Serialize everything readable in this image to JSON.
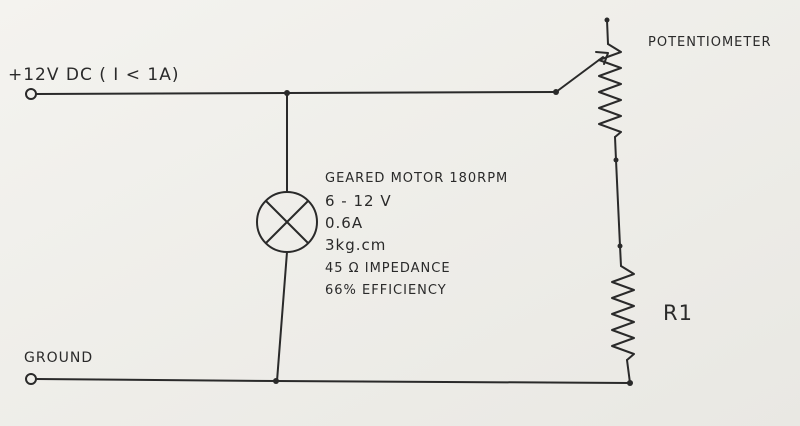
{
  "labels": {
    "supply": "+12V DC  ( I < 1A)",
    "ground": "GROUND",
    "potentiometer": "POTENTIOMETER",
    "resistor": "R1"
  },
  "motor": {
    "lines": [
      "GEARED MOTOR 180RPM",
      "6 - 12 V",
      "0.6A",
      "3kg.cm",
      "45 Ω  IMPEDANCE",
      "66%  EFFICIENCY"
    ]
  },
  "colors": {
    "paper": "#f1f0ec",
    "ink": "#2a2a2a"
  }
}
